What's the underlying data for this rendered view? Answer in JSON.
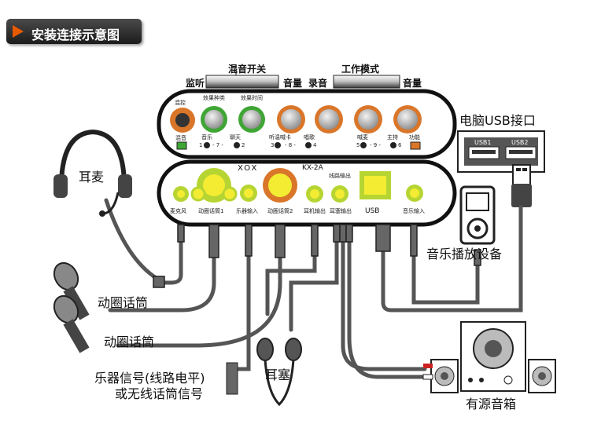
{
  "title": "安装连接示意图",
  "device": {
    "top_panel": {
      "header_mix": "混音开关",
      "header_mode": "工作模式",
      "label_monitor": "监听",
      "label_volume_left": "音量",
      "label_record": "录音",
      "label_volume_right": "音量",
      "knobs": [
        "混控",
        "效果种类",
        "效果时间"
      ],
      "small_labels": [
        "混音",
        "音乐",
        "聊天",
        "听温喊卡",
        "唱歌",
        "喊麦",
        "主持",
        "功能"
      ],
      "group_marks": [
        "- 7 -",
        "- 8 -",
        "- 9 -"
      ],
      "numbers": [
        "1",
        "2",
        "3",
        "4",
        "5",
        "6"
      ]
    },
    "bottom_panel": {
      "brand": "XOX",
      "model": "KX-2A",
      "line_out": "线路输出",
      "ports": [
        "麦克风",
        "动圈话筒1",
        "乐器输入",
        "动圈话筒2",
        "耳机输出",
        "耳塞输出",
        "USB",
        "音乐输入"
      ]
    }
  },
  "labels": {
    "headset": "耳麦",
    "dyn_mic_1": "动圈话筒",
    "dyn_mic_2": "动圈话筒",
    "instrument_line1": "乐器信号(线路电平)",
    "instrument_line2": "或无线话筒信号",
    "earbuds": "耳塞",
    "pc_usb": "电脑USB接口",
    "usb1": "USB1",
    "usb2": "USB2",
    "music_player": "音乐播放设备",
    "speakers": "有源音箱"
  },
  "colors": {
    "accent": "#e85a00",
    "knob_green": "#3fa535",
    "knob_orange": "#d9762a",
    "jack_yellow": "#f3ec33",
    "port_green": "#b6d532",
    "cable": "#555555"
  }
}
